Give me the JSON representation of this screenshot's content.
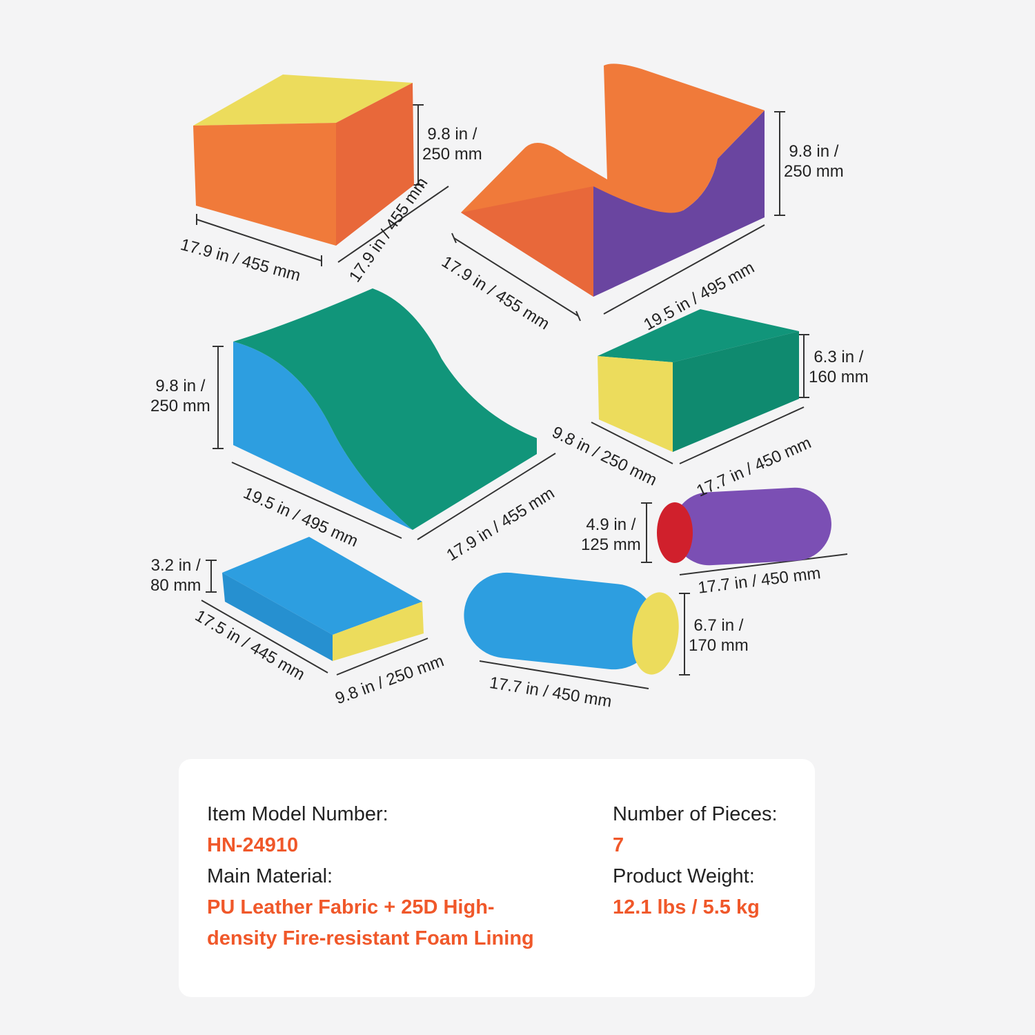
{
  "dimensions": {
    "cube_height": [
      "9.8 in /",
      "250 mm"
    ],
    "cube_width": "17.9 in / 455 mm",
    "cube_depth": "17.9 in / 455 mm",
    "steps_height": [
      "9.8 in /",
      "250 mm"
    ],
    "steps_depth": "17.9 in / 455 mm",
    "steps_width": "19.5 in / 495 mm",
    "ramp_height": [
      "9.8 in /",
      "250 mm"
    ],
    "ramp_length": "19.5 in / 495 mm",
    "ramp_width": "17.9 in / 455 mm",
    "block_height": [
      "6.3 in /",
      "160 mm"
    ],
    "block_depth": "9.8 in / 250 mm",
    "block_length": "17.7 in / 450 mm",
    "small_roll_diameter": [
      "4.9 in /",
      "125 mm"
    ],
    "small_roll_length": "17.7 in / 450 mm",
    "mat_height": [
      "3.2 in /",
      "80 mm"
    ],
    "mat_length": "17.5 in / 445 mm",
    "mat_width": "9.8 in / 250 mm",
    "big_roll_diameter": [
      "6.7 in /",
      "170 mm"
    ],
    "big_roll_length": "17.7 in / 450 mm"
  },
  "specs": {
    "model_label": "Item Model Number:",
    "model_value": "HN-24910",
    "material_label": "Main Material:",
    "material_value_line1": "PU Leather Fabric + 25D High-",
    "material_value_line2": "density Fire-resistant Foam Lining",
    "pieces_label": "Number of Pieces:",
    "pieces_value": "7",
    "weight_label": "Product Weight:",
    "weight_value": "12.1 lbs / 5.5 kg"
  },
  "colors": {
    "accent": "#f0582a",
    "foam_orange": "#f07a3a",
    "foam_yellow": "#ecdc5c",
    "foam_purple": "#6a45a0",
    "foam_green": "#11957a",
    "foam_blue": "#2d9ee0",
    "foam_red": "#d0202c"
  }
}
